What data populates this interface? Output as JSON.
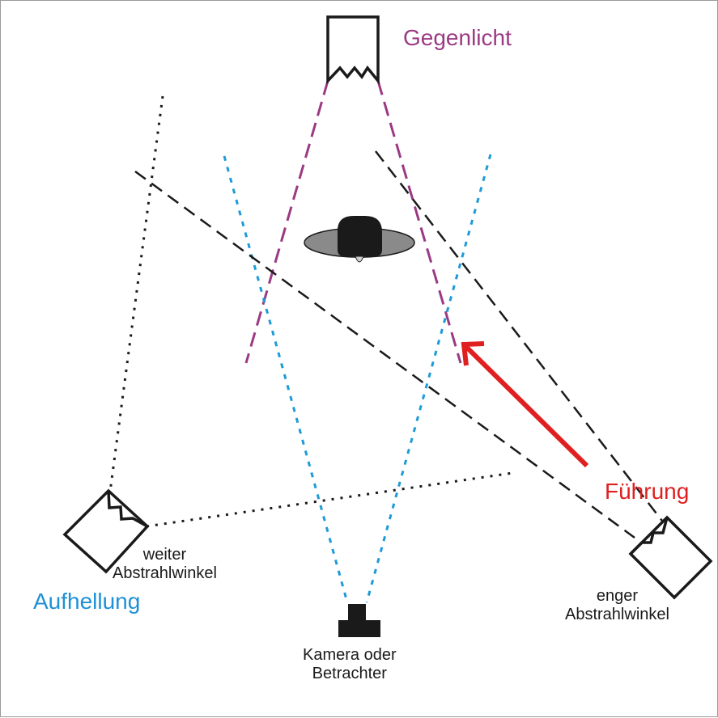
{
  "colors": {
    "backlight": "#9B3A84",
    "key": "#E02020",
    "fill": "#1E90D6",
    "ink": "#1a1a1a",
    "light_beam": "#1a1a1a",
    "camera_view": "#1E9BD7",
    "subject_disc": "#8a8a8a"
  },
  "labels": {
    "backlight": "Gegenlicht",
    "key": "Führung",
    "fill": "Aufhellung",
    "wide_angle_line1": "weiter",
    "wide_angle_line2": "Abstrahlwinkel",
    "narrow_angle_line1": "enger",
    "narrow_angle_line2": "Abstrahlwinkel",
    "camera_line1": "Kamera oder",
    "camera_line2": "Betrachter"
  },
  "icons": {
    "backlight_lamp": "spotlight-icon",
    "key_lamp": "spotlight-icon",
    "fill_lamp": "spotlight-icon",
    "camera": "camera-icon",
    "subject": "person-head-icon"
  }
}
